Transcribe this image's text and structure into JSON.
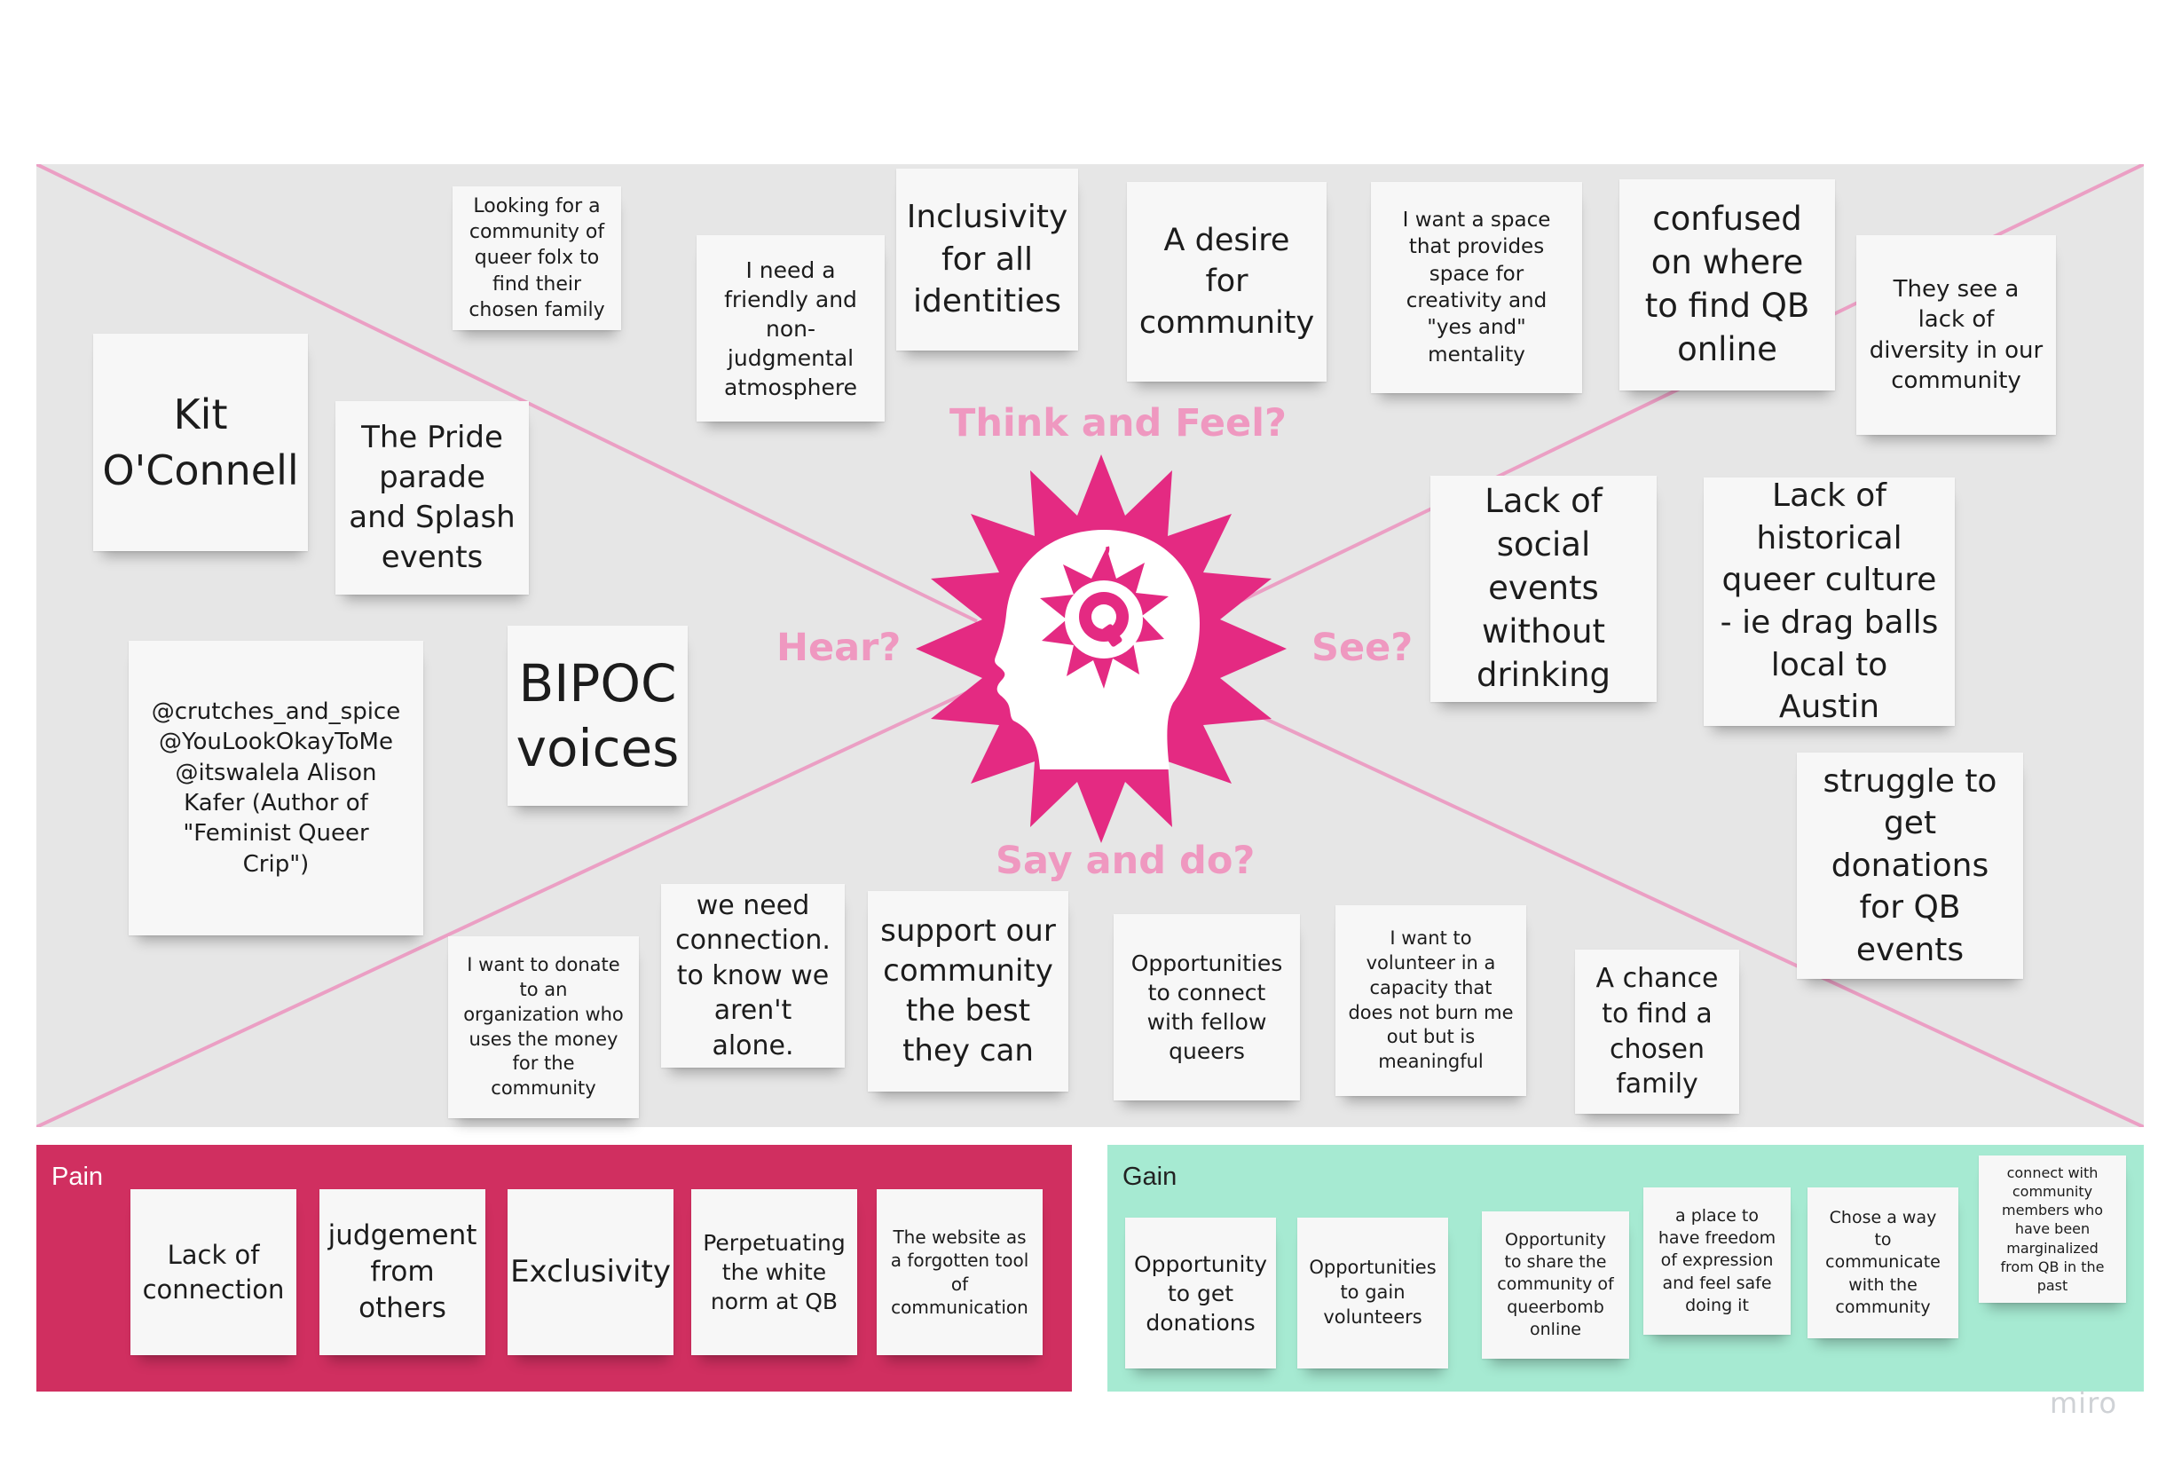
{
  "board": {
    "colors": {
      "canvas": "#e6e6e6",
      "accent_pink": "#e42a82",
      "label_pink": "#ef98c0",
      "pain": "#d02f60",
      "gain": "#a6ead2",
      "note": "#f7f7f7"
    },
    "center_icon": "queer-bomb-head-icon"
  },
  "empathy_map": {
    "labels": {
      "think_feel": "Think and Feel?",
      "hear": "Hear?",
      "see": "See?",
      "say_do": "Say and do?"
    },
    "think_feel_notes": [
      "Looking for a community of queer folx to find their chosen family",
      "I need a friendly and non-judgmental atmosphere",
      "Inclusivity for all identities",
      "A desire for community",
      "I want a space that provides space for creativity and \"yes and\" mentality",
      "confused on where to find QB online",
      "They see a lack of diversity in our community"
    ],
    "hear_notes": [
      "Kit O'Connell",
      "The Pride parade and  Splash events",
      "@crutches_and_spice @YouLookOkayToMe @itswalela Alison Kafer (Author of \"Feminist Queer Crip\")",
      "BIPOC voices"
    ],
    "see_notes": [
      "Lack of social events without drinking",
      "Lack of historical queer culture - ie drag balls local to Austin",
      "struggle to get donations for QB events"
    ],
    "say_do_notes": [
      "I want to donate to an organization who uses the money for the community",
      "we need connection. to know we aren't alone.",
      "support our community the best they can",
      "Opportunities to connect with fellow queers",
      "I want to volunteer in a capacity that does not burn me out but is meaningful",
      "A chance to find a chosen family"
    ]
  },
  "pain": {
    "title": "Pain",
    "notes": [
      "Lack of connection",
      "judgement from others",
      "Exclusivity",
      "Perpetuating the white norm at QB",
      "The website as a forgotten tool of communication"
    ]
  },
  "gain": {
    "title": "Gain",
    "notes": [
      "Opportunity to get donations",
      "Opportunities to gain volunteers",
      "Opportunity to share the community of queerbomb online",
      "a place to have freedom of expression and feel safe doing it",
      "Chose a way to communicate with the community",
      "connect with community members who have been marginalized from QB in the past"
    ]
  },
  "watermark": "miro"
}
